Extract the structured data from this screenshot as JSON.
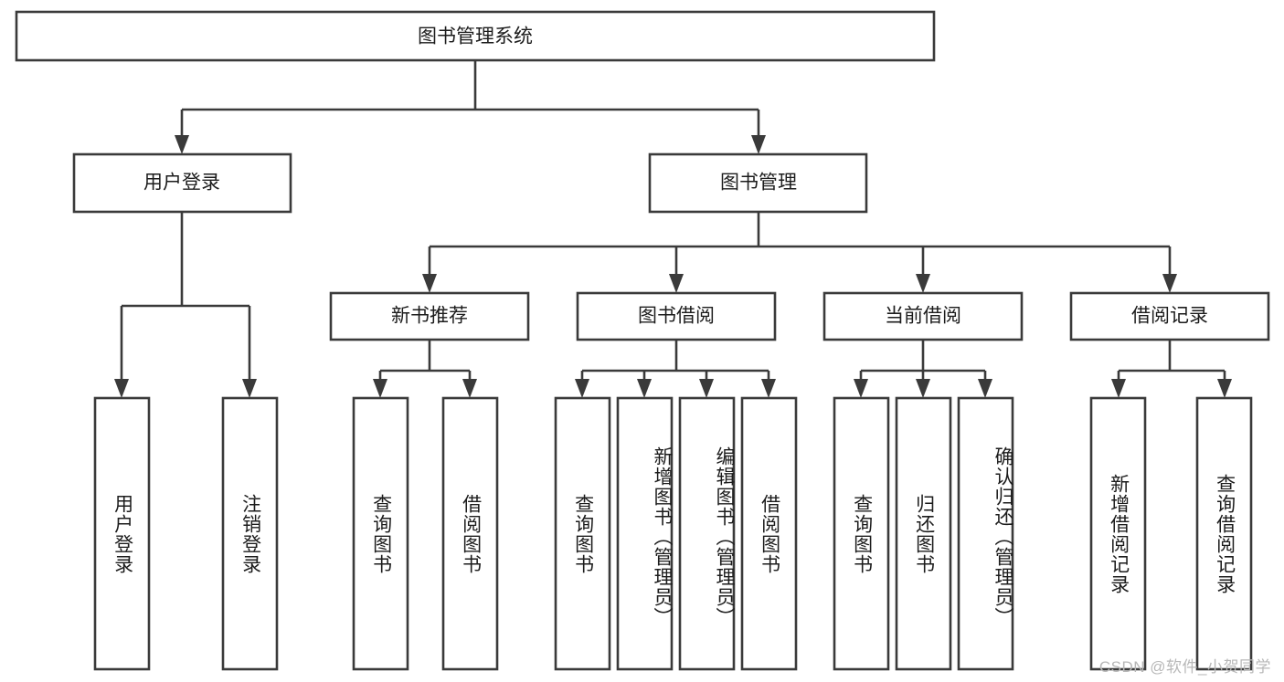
{
  "diagram": {
    "title": "图书管理系统",
    "type": "tree",
    "watermark": "CSDN @软件_小贺同学",
    "colors": {
      "box_stroke": "#3a3a3a",
      "box_fill": "#ffffff",
      "text": "#1c1c1c",
      "connector": "#3a3a3a",
      "watermark": "#b8b8b8",
      "background": "#ffffff"
    },
    "levels": {
      "root": {
        "label": "图书管理系统"
      },
      "level2": [
        {
          "id": "user-login",
          "label": "用户登录"
        },
        {
          "id": "book-management",
          "label": "图书管理"
        }
      ],
      "level3": [
        {
          "id": "new-book-recommend",
          "label": "新书推荐",
          "parent": "book-management"
        },
        {
          "id": "book-borrow",
          "label": "图书借阅",
          "parent": "book-management"
        },
        {
          "id": "current-borrow",
          "label": "当前借阅",
          "parent": "book-management"
        },
        {
          "id": "borrow-record",
          "label": "借阅记录",
          "parent": "book-management"
        }
      ],
      "leaves": [
        {
          "id": "leaf-user-login",
          "label": "用户登录",
          "parent": "user-login"
        },
        {
          "id": "leaf-user-logout",
          "label": "注销登录",
          "parent": "user-login"
        },
        {
          "id": "leaf-query-book-1",
          "label": "查询图书",
          "parent": "new-book-recommend"
        },
        {
          "id": "leaf-borrow-book-1",
          "label": "借阅图书",
          "parent": "new-book-recommend"
        },
        {
          "id": "leaf-query-book-2",
          "label": "查询图书",
          "parent": "book-borrow"
        },
        {
          "id": "leaf-add-book",
          "label": "新增图书（管理员）",
          "parent": "book-borrow"
        },
        {
          "id": "leaf-edit-book",
          "label": "编辑图书（管理员）",
          "parent": "book-borrow"
        },
        {
          "id": "leaf-borrow-book-2",
          "label": "借阅图书",
          "parent": "book-borrow"
        },
        {
          "id": "leaf-query-book-3",
          "label": "查询图书",
          "parent": "current-borrow"
        },
        {
          "id": "leaf-return-book",
          "label": "归还图书",
          "parent": "current-borrow"
        },
        {
          "id": "leaf-confirm-return",
          "label": "确认归还（管理员）",
          "parent": "current-borrow"
        },
        {
          "id": "leaf-add-record",
          "label": "新增借阅记录",
          "parent": "borrow-record"
        },
        {
          "id": "leaf-query-record",
          "label": "查询借阅记录",
          "parent": "borrow-record"
        }
      ]
    }
  }
}
